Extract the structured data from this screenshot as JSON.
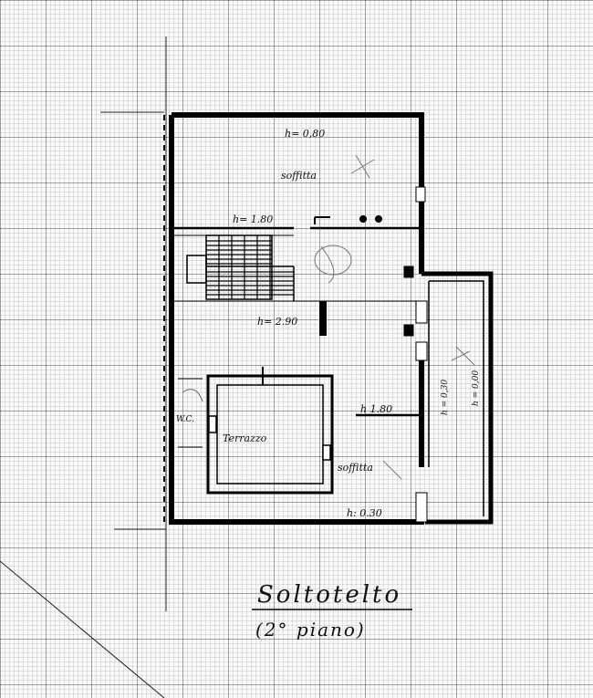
{
  "drawing": {
    "title": "Soltotelto",
    "subtitle": "(2° piano)",
    "labels": {
      "h_top": "h= 0,80",
      "soffitta_top": "soffitta",
      "h_stair": "h= 1.80",
      "h_mid": "h= 2.90",
      "h_right_mid": "h 1.80",
      "wc": "W.C.",
      "terrazzo": "Terrazzo",
      "soffitta_bottom": "soffitta",
      "h_bottom": "h: 0.30",
      "h_vertical_a": "h = 0,30",
      "h_vertical_b": "h = 0,00"
    },
    "colors": {
      "ink": "#111111",
      "wall": "#000000"
    }
  }
}
